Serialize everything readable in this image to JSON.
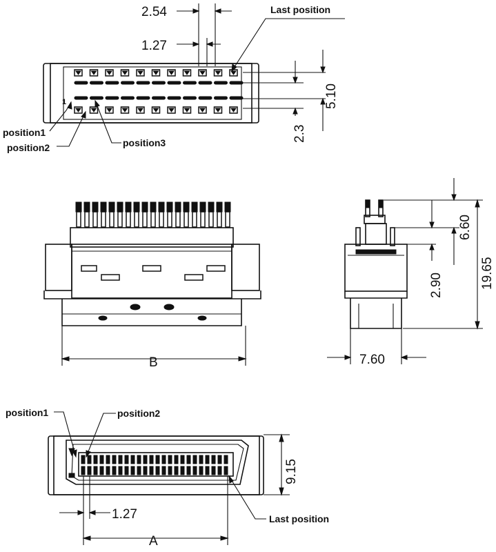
{
  "top_view": {
    "dim_pitch_2_54": "2.54",
    "dim_pitch_1_27": "1.27",
    "last_position": "Last position",
    "dim_5_10": "5.10",
    "dim_2_3": "2.3",
    "position1": "position1",
    "position2": "position2",
    "position3": "position3",
    "marker_1": "1"
  },
  "front_view": {
    "dim_b": "B"
  },
  "side_view": {
    "dim_6_60": "6.60",
    "dim_2_90": "2.90",
    "dim_19_65": "19.65",
    "dim_7_60": "7.60"
  },
  "mating_view": {
    "position1": "position1",
    "position2": "position2",
    "dim_pitch_1_27": "1.27",
    "last_position": "Last position",
    "dim_9_15": "9.15",
    "dim_a": "A"
  }
}
